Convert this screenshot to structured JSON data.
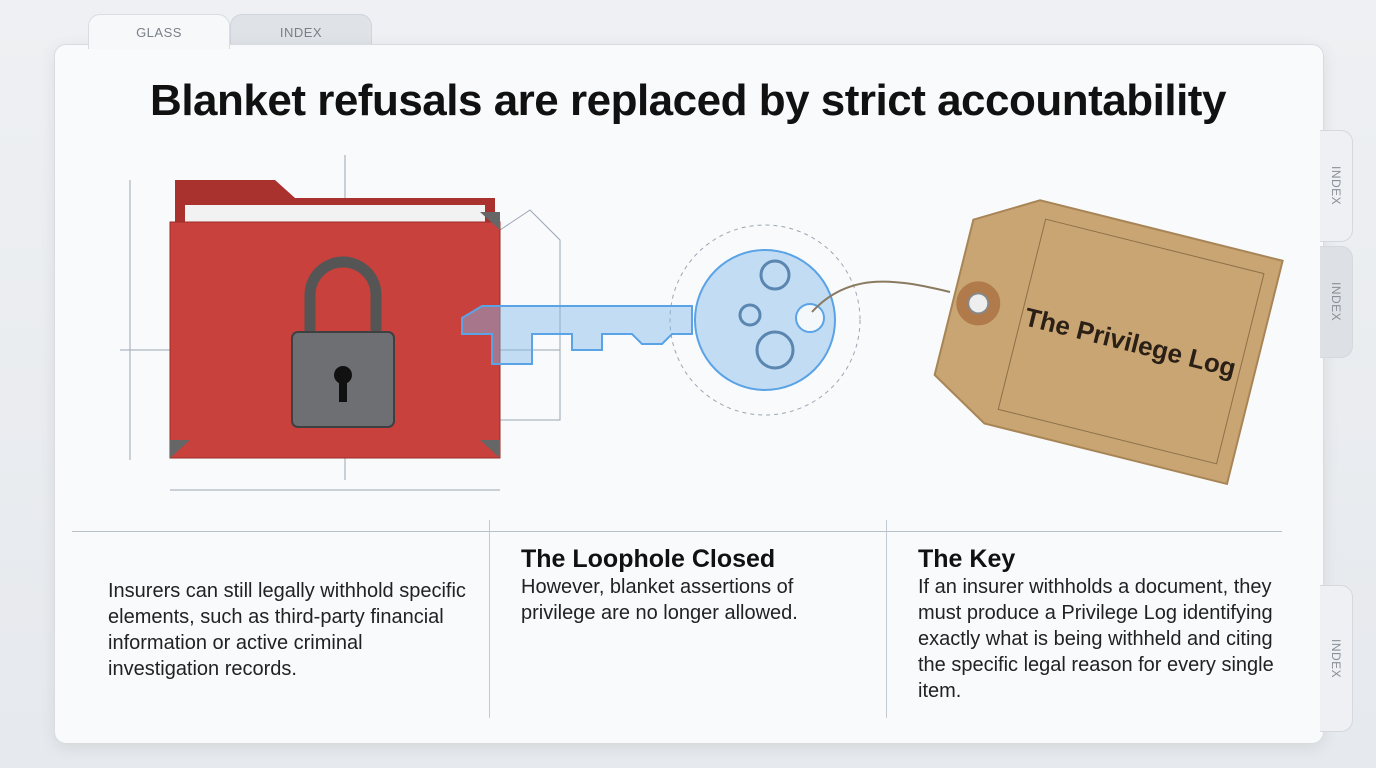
{
  "tabs": {
    "top": [
      "GLASS",
      "INDEX"
    ],
    "side": [
      "INDEX",
      "INDEX",
      "INDEX"
    ]
  },
  "title": "Blanket refusals are replaced by strict accountability",
  "illustration": {
    "icons": [
      "red-folder-icon",
      "padlock-icon",
      "key-icon",
      "gears-icon",
      "tag-icon"
    ],
    "tag_label": "The Privilege Log",
    "colors": {
      "folder": "#c8413c",
      "key": "#7fb8e8",
      "tag": "#c9a574"
    }
  },
  "columns": [
    {
      "heading": "",
      "text": "Insurers can still legally withhold specific elements, such as third-party financial information or active criminal investigation records."
    },
    {
      "heading": "The Loophole Closed",
      "text": "However, blanket assertions of privilege are no longer allowed."
    },
    {
      "heading": "The Key",
      "text": "If an insurer withholds a document, they must produce a Privilege Log identifying exactly what is being withheld and citing the specific legal reason for every single item."
    }
  ]
}
